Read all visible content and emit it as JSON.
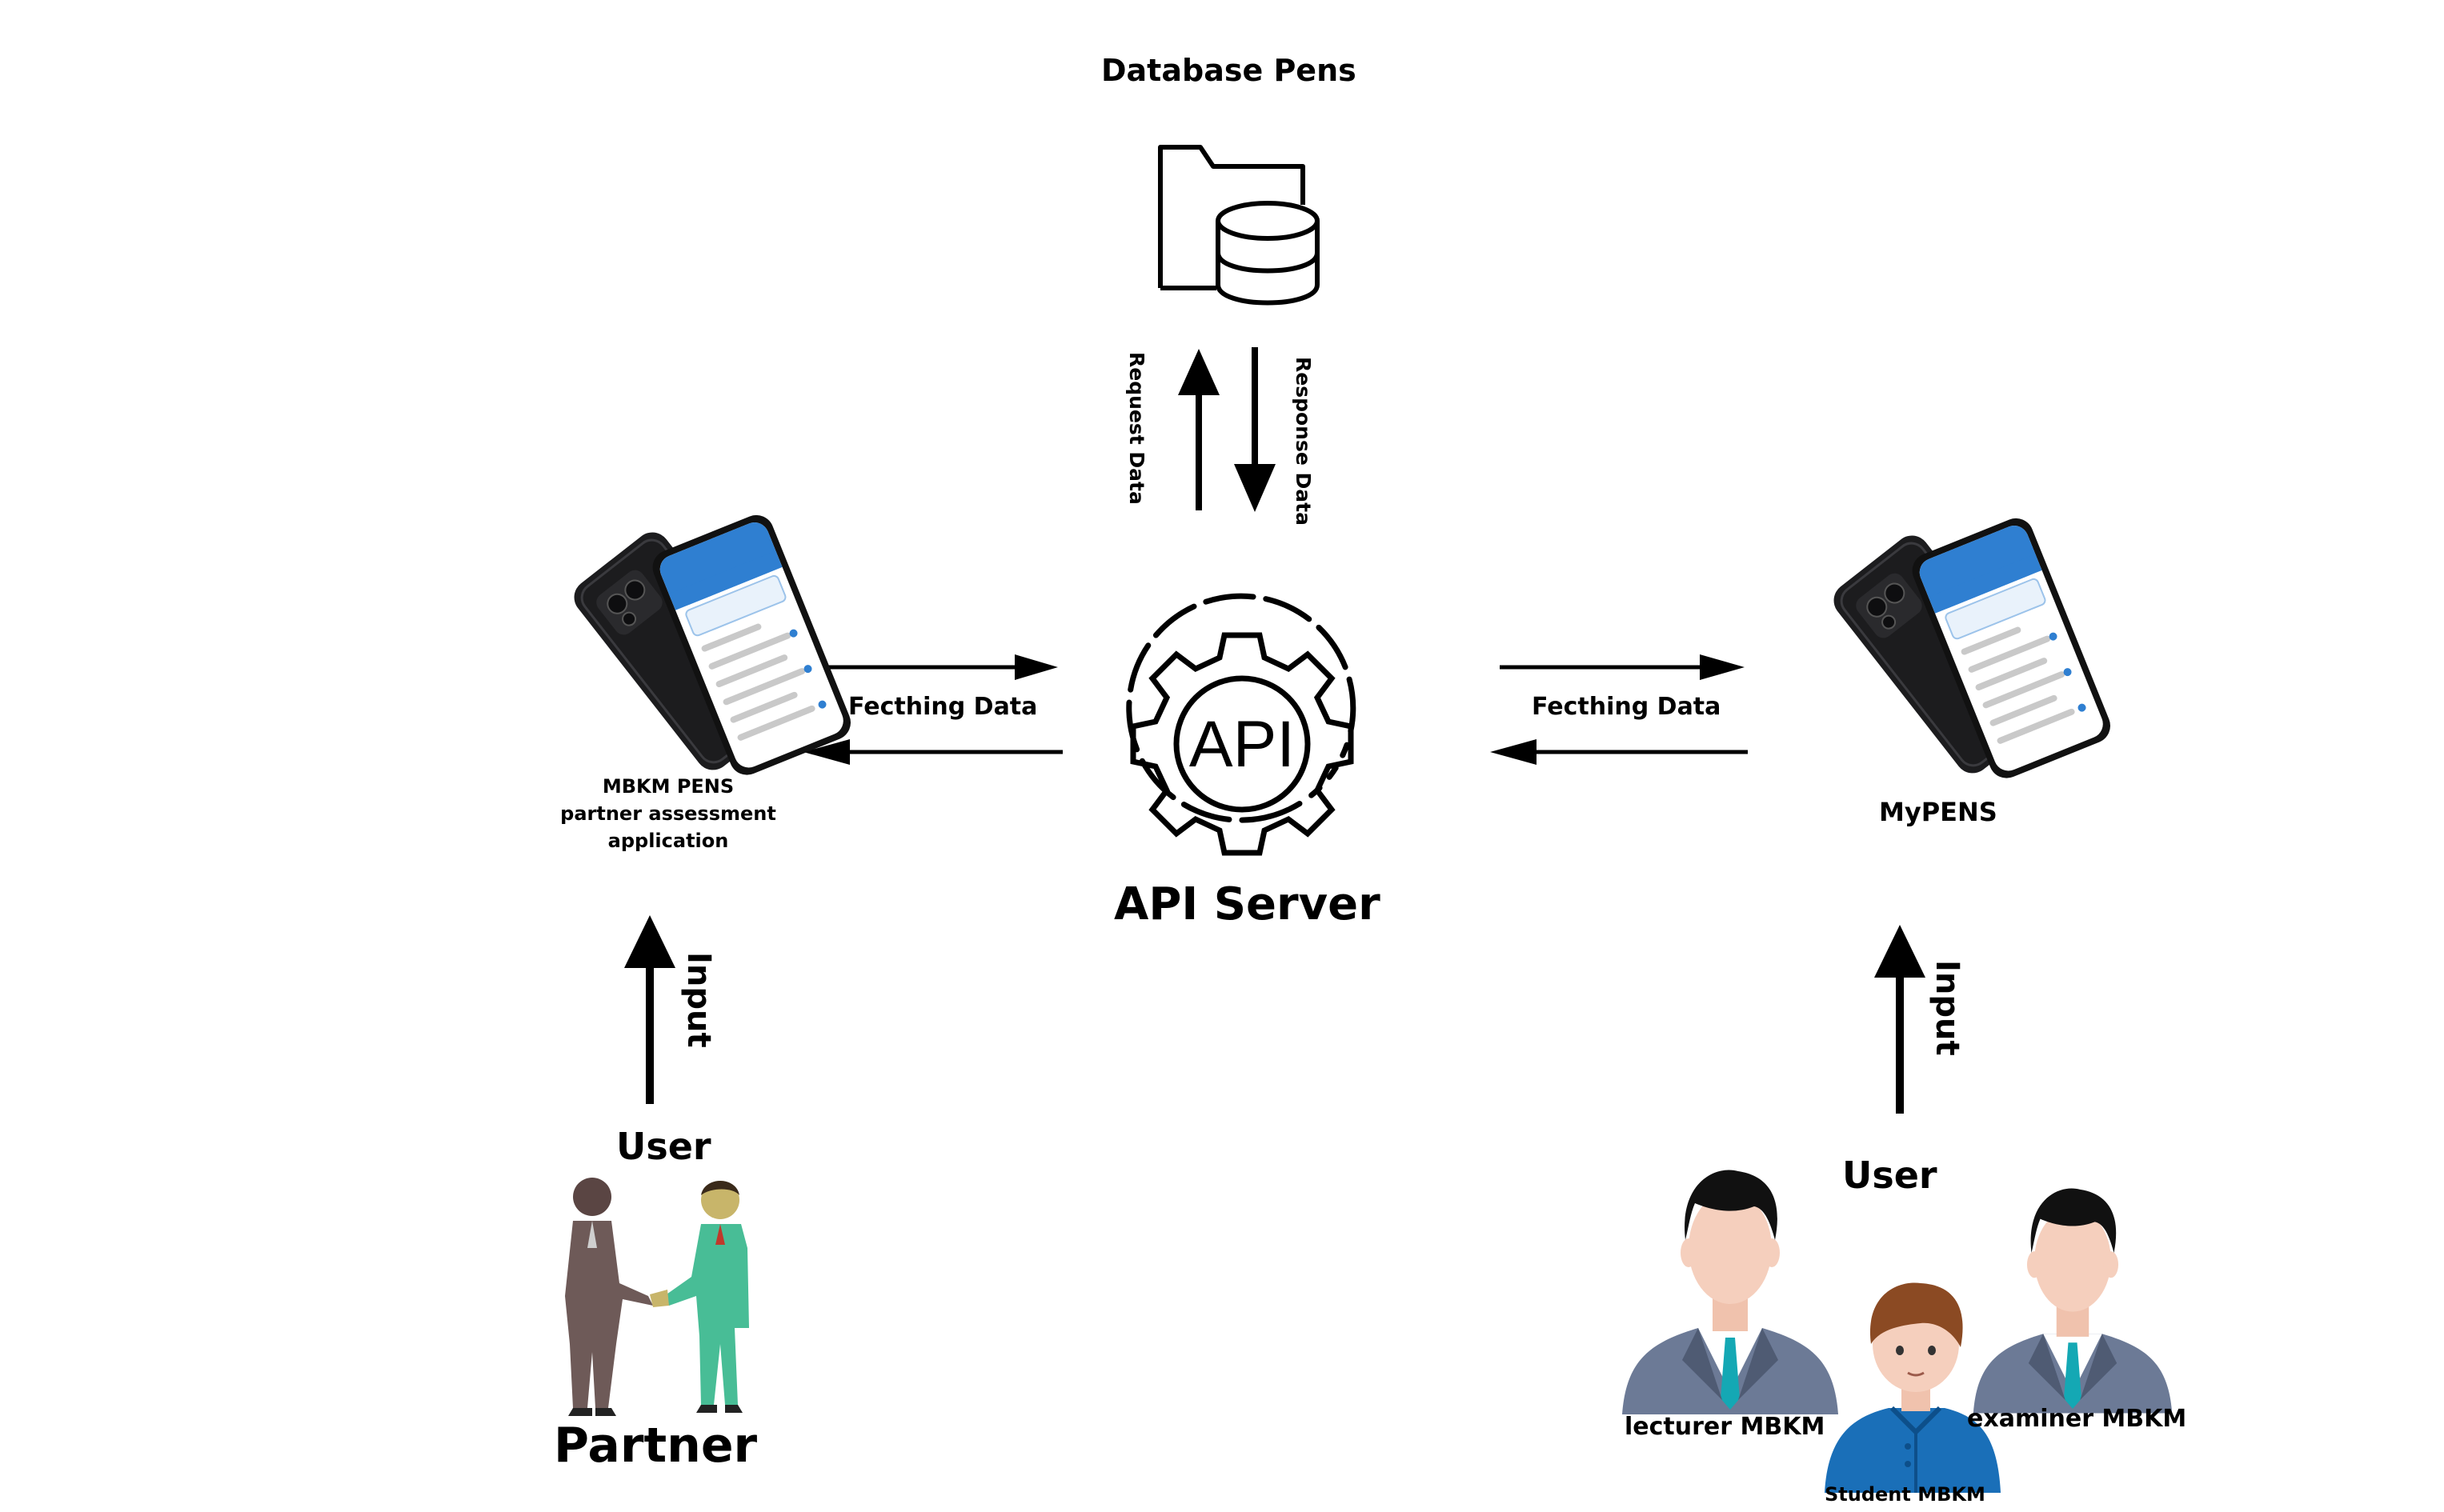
{
  "database": {
    "title": "Database Pens",
    "icon": "database-folder-icon"
  },
  "api_server": {
    "label": "API Server",
    "icon_text": "API",
    "icon": "api-gear-icon"
  },
  "arrows": {
    "request": "Request Data",
    "response": "Response Data",
    "fetch_left": "Fecthing Data",
    "fetch_right": "Fecthing Data",
    "input_left": "Input",
    "input_right": "Input"
  },
  "left_app": {
    "lines": [
      "MBKM PENS",
      "partner assessment",
      "application"
    ],
    "icon": "smartphone-icon"
  },
  "right_app": {
    "label": "MyPENS",
    "icon": "smartphone-icon"
  },
  "left_user": {
    "user_label": "User",
    "group_label": "Partner",
    "icon": "handshake-people-icon"
  },
  "right_user": {
    "user_label": "User",
    "lecturer": "lecturer MBKM",
    "student": "Student MBKM",
    "examiner": "examiner MBKM"
  },
  "colors": {
    "line": "#000000",
    "phone_body": "#1c1c1e",
    "screen_blue": "#2f7fd1",
    "suit_gray": "#6c7a96",
    "skin": "#f5cfbd",
    "tie_teal": "#14a8b4",
    "student_blue": "#1a6fb8",
    "partner_left_suit": "#6e5a58",
    "partner_right_suit": "#48bd96"
  }
}
